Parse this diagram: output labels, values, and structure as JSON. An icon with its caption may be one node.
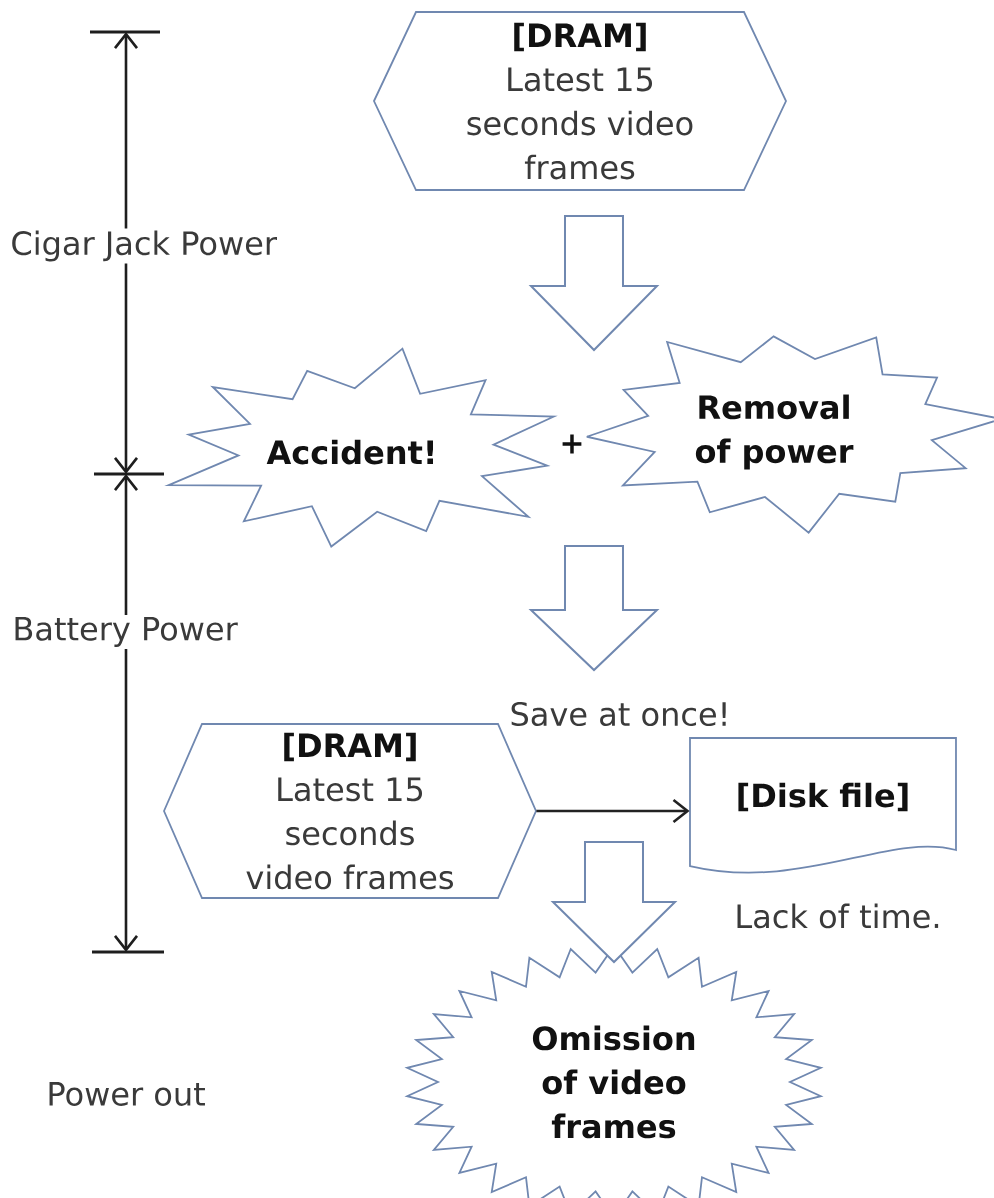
{
  "diagram": {
    "nodes": [
      {
        "text": [
          "[DRAM]",
          "Latest 15 seconds video frames"
        ]
      },
      {
        "text": [
          "Accident!"
        ]
      },
      {
        "text": [
          "Removal of power"
        ]
      },
      {
        "text": [
          "[DRAM]",
          "Latest 15 seconds video frames"
        ]
      },
      {
        "text": [
          "[Disk file]"
        ]
      },
      {
        "text": [
          "Omission of video frames"
        ]
      }
    ],
    "edges": [
      {
        "from": 0,
        "to": 1,
        "arrow": "to",
        "style": "thick"
      },
      {
        "from": 0,
        "to": 2,
        "arrow": "to",
        "style": "thick"
      },
      {
        "from": 1,
        "to": 3,
        "arrow": "to",
        "style": "thick"
      },
      {
        "from": 2,
        "to": 3,
        "arrow": "to",
        "style": "thick"
      },
      {
        "from": 3,
        "to": 4,
        "arrow": "to",
        "color": "#222222"
      },
      {
        "from": null,
        "to": 5,
        "arrow": "to",
        "style": "thick"
      }
    ],
    "labels": [
      "Cigar Jack Power",
      "+",
      "Battery Power",
      "Save at once!",
      "Lack of time.",
      "Power out"
    ]
  }
}
